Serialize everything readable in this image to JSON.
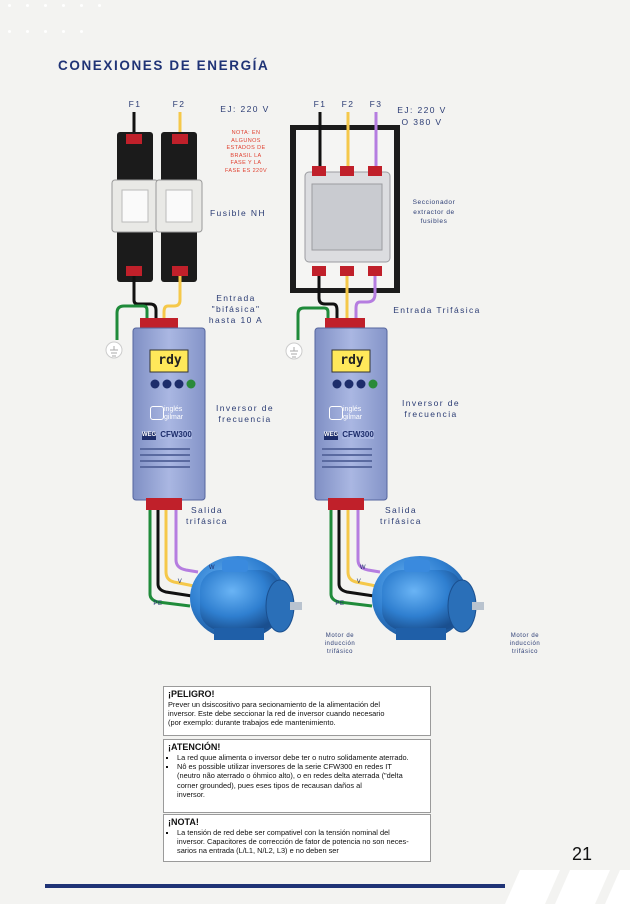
{
  "page": {
    "title": "CONEXIONES DE ENERGÍA",
    "page_number": "21"
  },
  "left": {
    "phase_1": "F1",
    "phase_2": "F2",
    "voltage": "EJ: 220 V",
    "note_line1": "NOTA: EN",
    "note_line2": "ALGUNOS",
    "note_line3": "ESTADOS DE",
    "note_line4": "BRASIL LA",
    "note_line5": "FASE Y LA",
    "note_line6": "FASE ES 220V",
    "fuse_label": "Fusible NH",
    "input_label_line1": "Entrada \"bifásica\"",
    "input_label_line2": "hasta 10 A",
    "inverter_label_line1": "Inversor de",
    "inverter_label_line2": "frecuencia",
    "output_label_line1": "Salida",
    "output_label_line2": "trifásica",
    "watermark_line1": "inglés",
    "watermark_line2": "gilmar"
  },
  "right": {
    "phase_1": "F1",
    "phase_2": "F2",
    "phase_3": "F3",
    "voltage_line1": "EJ: 220 V",
    "voltage_line2": "O 380 V",
    "switch_label_line1": "Seccionador",
    "switch_label_line2": "extractor de",
    "switch_label_line3": "fusibles",
    "input_label": "Entrada Trifásica",
    "inverter_label_line1": "Inversor de",
    "inverter_label_line2": "frecuencia",
    "output_label_line1": "Salida",
    "output_label_line2": "trifásica",
    "watermark_line1": "inglés",
    "watermark_line2": "gilmar"
  },
  "motor_label_line1": "Motor de",
  "motor_label_line2": "inducción",
  "motor_label_line3": "trifásico",
  "display_text": "rdy",
  "brand": "WEG",
  "model": "CFW300",
  "wire_labels": {
    "w": "W",
    "v": "V",
    "pe": "PE"
  },
  "colors": {
    "black_wire": "#111111",
    "yellow_wire": "#f5c84a",
    "purple_wire": "#b57de0",
    "green_wire": "#1f8b3a",
    "terminal_red": "#c0202a",
    "inverter_body": "#9aa8d6",
    "motor_blue": "#2f7fd0"
  },
  "warnings": {
    "peligro_title": "¡PELIGRO!",
    "peligro_l1": "Prever un dsiscositivo para secionamiento de la alimentación del",
    "peligro_l2": "inversor. Este debe seccionar la red de inversor cuando necesario",
    "peligro_l3": "(por exemplo: durante trabajos ede mantenimiento.",
    "atencion_title": "¡ATENCIÓN!",
    "atencion_b1": "La red quue alimenta o inversor debe ter o nutro solidamente aterrado.",
    "atencion_b2_l1": "Nô es possible utilizar inversores de la serie CFW300 en redes IT",
    "atencion_b2_l2": "(neutro não aterrado o óhmico alto), o en redes delta aterrada (\"delta",
    "atencion_b2_l3": "corner grounded), pues eses tipos de recausan daños al",
    "atencion_b2_l4": "inversor.",
    "nota_title": "¡NOTA!",
    "nota_l1": "La tensión de red debe ser compativel con  la tensión nominal del",
    "nota_l2": "inversor. Capacitores de corrección de fator de potencia no son neces-",
    "nota_l3": "sarios na entrada (L/L1, N/L2, L3) e no deben ser"
  }
}
